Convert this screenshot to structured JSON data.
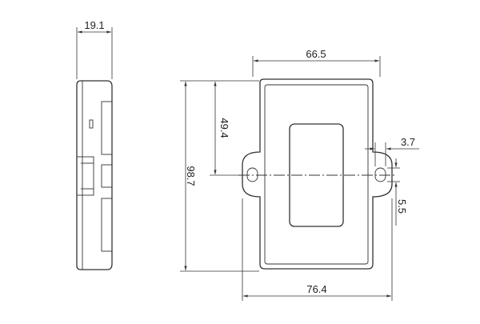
{
  "dimensions": {
    "side_thickness": "19.1",
    "body_width": "66.5",
    "half_height": "49.4",
    "total_height": "98.7",
    "mount_width": "76.4",
    "slot_width": "3.7",
    "slot_height": "5.5"
  },
  "colors": {
    "line": "#333333",
    "background": "#ffffff"
  }
}
